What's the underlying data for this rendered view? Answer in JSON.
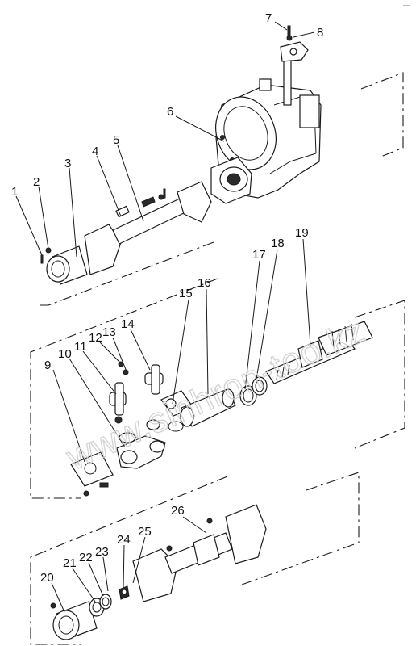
{
  "corner_mark": "—",
  "watermark": "www.sinhron-too.kz",
  "callouts": [
    {
      "id": "c1",
      "label": "1"
    },
    {
      "id": "c2",
      "label": "2"
    },
    {
      "id": "c3",
      "label": "3"
    },
    {
      "id": "c4",
      "label": "4"
    },
    {
      "id": "c5",
      "label": "5"
    },
    {
      "id": "c6",
      "label": "6"
    },
    {
      "id": "c7",
      "label": "7"
    },
    {
      "id": "c8",
      "label": "8"
    },
    {
      "id": "c9",
      "label": "9"
    },
    {
      "id": "c10",
      "label": "10"
    },
    {
      "id": "c11",
      "label": "11"
    },
    {
      "id": "c12",
      "label": "12"
    },
    {
      "id": "c13",
      "label": "13"
    },
    {
      "id": "c14",
      "label": "14"
    },
    {
      "id": "c15",
      "label": "15"
    },
    {
      "id": "c16",
      "label": "16"
    },
    {
      "id": "c17",
      "label": "17"
    },
    {
      "id": "c18",
      "label": "18"
    },
    {
      "id": "c19",
      "label": "19"
    },
    {
      "id": "c20",
      "label": "20"
    },
    {
      "id": "c21",
      "label": "21"
    },
    {
      "id": "c22",
      "label": "22"
    },
    {
      "id": "c23",
      "label": "23"
    },
    {
      "id": "c24",
      "label": "24"
    },
    {
      "id": "c25",
      "label": "25"
    },
    {
      "id": "c26",
      "label": "26"
    }
  ]
}
